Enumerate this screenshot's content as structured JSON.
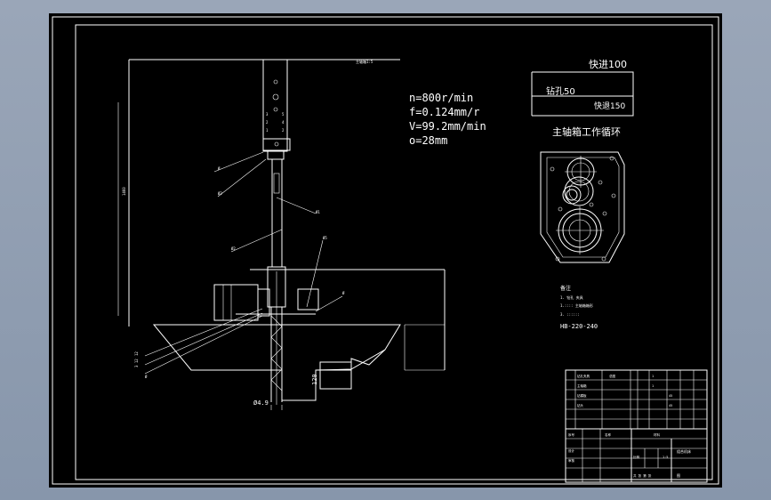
{
  "drawing": {
    "params": [
      "n=800r/min",
      "f=0.124mm/r",
      "V=99.2mm/min",
      "o=28mm"
    ],
    "cycle": {
      "rapid_in": "快进100",
      "drill": "钻孔50",
      "rapid_out": "快退150",
      "title": "主轴箱工作循环"
    },
    "notes": {
      "title": "备注",
      "line1": "1.:::: 主轴箱箱形",
      "line2": "HB-220-240"
    },
    "dims": {
      "diameter": "Ø4.9",
      "depth": "120"
    }
  },
  "colors": {
    "background": "#000000",
    "lines": "#ffffff",
    "hatch": "#ffffff",
    "chrome": "#8796ab"
  }
}
